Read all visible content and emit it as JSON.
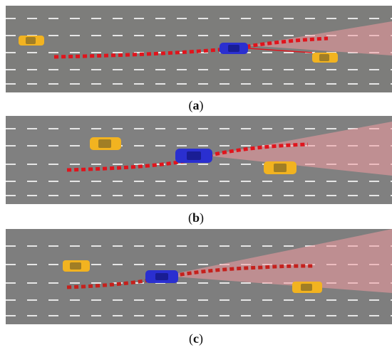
{
  "figure": {
    "panels": [
      {
        "id": "a",
        "caption_open": "(",
        "caption_letter": "a",
        "caption_close": ")"
      },
      {
        "id": "b",
        "caption_open": "(",
        "caption_letter": "b",
        "caption_close": ")"
      },
      {
        "id": "c",
        "caption_open": "(",
        "caption_letter": "c",
        "caption_close": ")"
      }
    ]
  },
  "colors": {
    "road": "#7c7c7a",
    "lane_marking": "#e8e8e8",
    "ego_vehicle": "#2a2fd0",
    "other_vehicles": "#f2b320",
    "trajectory": "#e0141c",
    "sensor_cone": "#f29aa0"
  },
  "icons": [
    "ego-car-icon",
    "yellow-taxi-icon",
    "sensor-cone-icon",
    "planned-trajectory-icon"
  ]
}
